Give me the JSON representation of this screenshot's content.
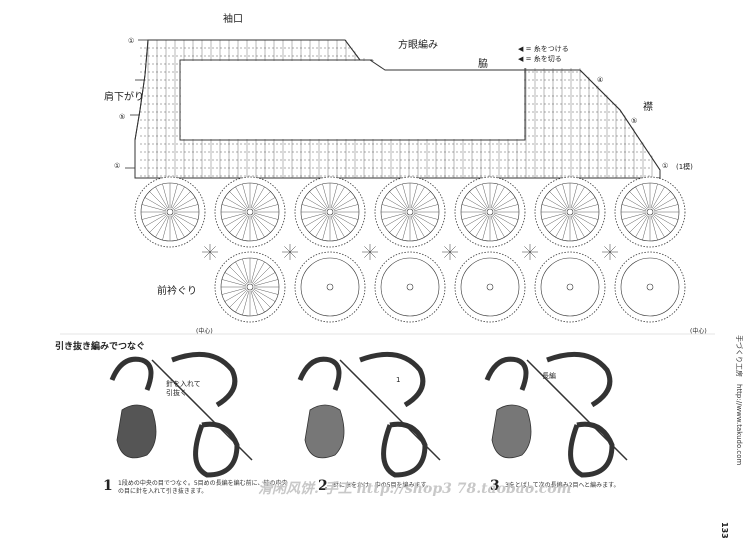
{
  "labels": {
    "sleeve_opening": "袖口",
    "pattern_name": "方眼編み",
    "side": "脇",
    "shoulder_decrease": "肩下がり",
    "collar": "襟",
    "front_edge": "前衿ぐり",
    "row_legend_1": "◀ = 糸をつける",
    "row_legend_2": "◀ = 糸を切る",
    "row_count": "(1模)",
    "bottom_left_mark": "(中心)",
    "bottom_right_mark": "(中心)"
  },
  "row_markers": [
    "①",
    "⑤",
    "①",
    "④",
    "⑤",
    "①"
  ],
  "section_title": "引き抜き編みでつなぐ",
  "callouts": {
    "step1": "針を入れて\n引抜く",
    "step2": "1",
    "step3": "長編"
  },
  "steps": [
    {
      "num": "1",
      "text": "1段めの中央の目でつなぐ。5目めの長編を編む前に、柱の中央の目に針を入れて引き抜きます。"
    },
    {
      "num": "2",
      "text": "針に糸をかけ、中の5目を編みます。"
    },
    {
      "num": "3",
      "text": "3をとばして次の長編み2目へと編みます。"
    }
  ],
  "side_text": "手づくり工房　http://www.takudo.com",
  "page_number": "133",
  "watermark": "滑闲风饼. 手工 http://shop3   78.taobao.com",
  "colors": {
    "line": "#333333",
    "dark_fill": "#555555"
  }
}
